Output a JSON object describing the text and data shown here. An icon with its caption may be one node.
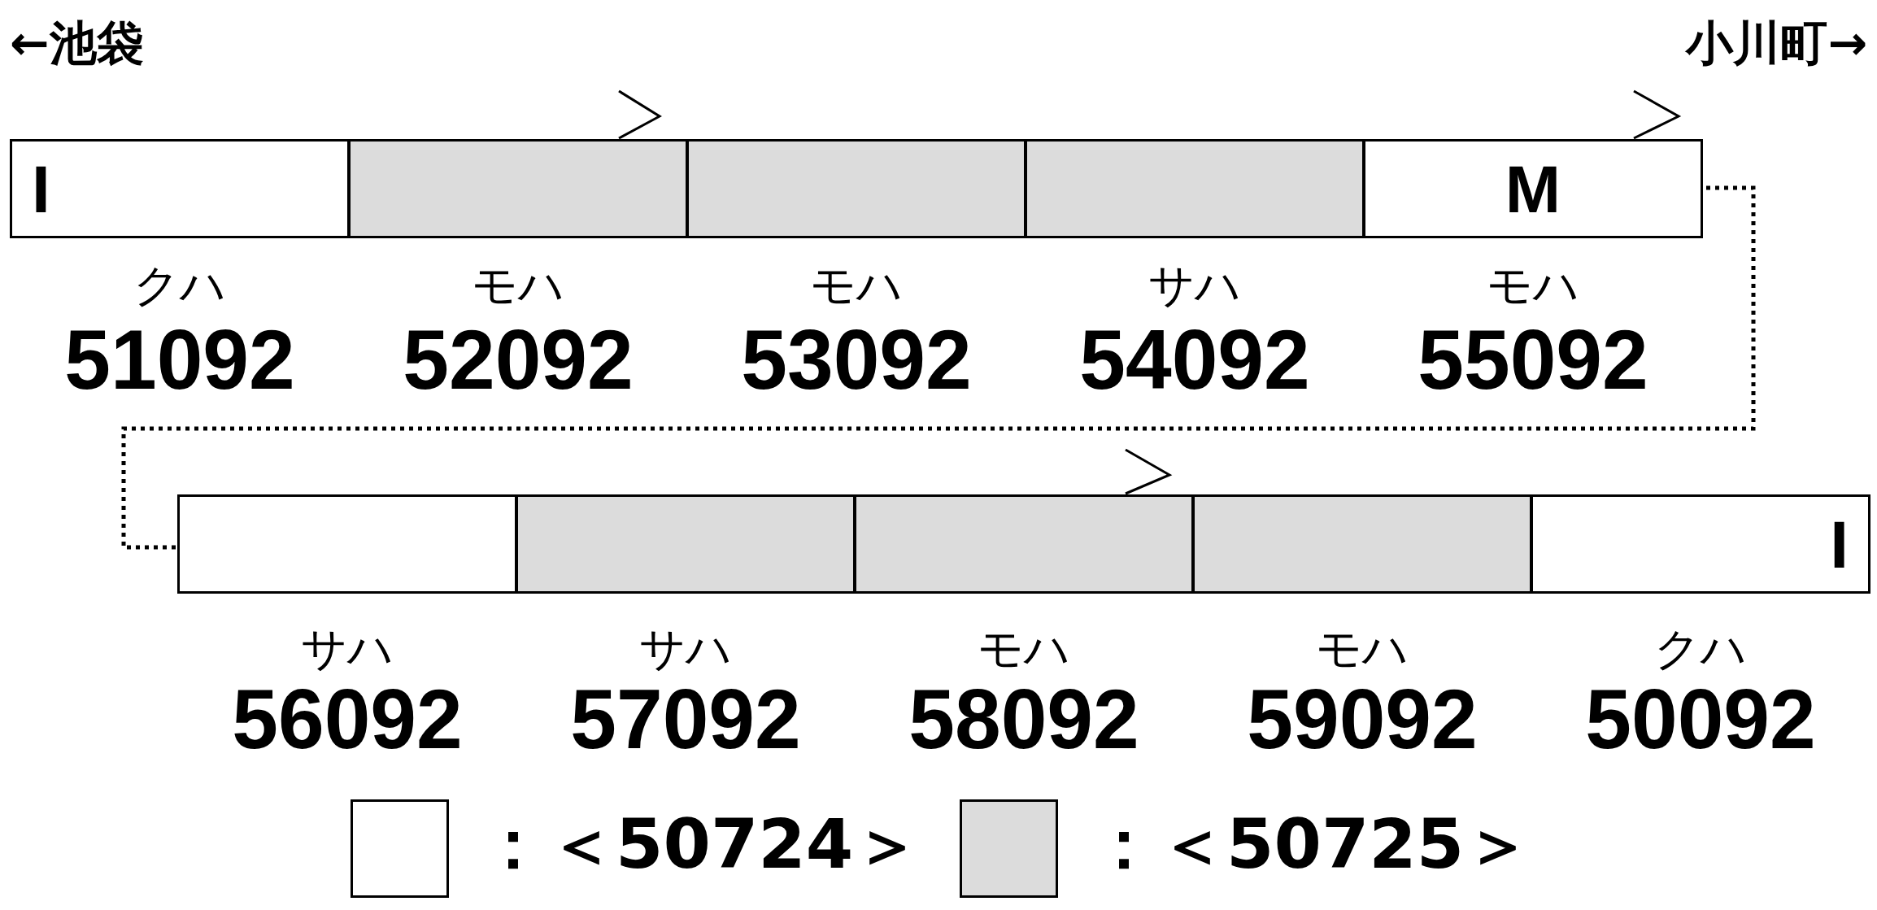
{
  "diagram": {
    "nodes": [
      {
        "text": [
          "I"
        ],
        "beside": [
          "クハ",
          "51092"
        ]
      },
      {
        "text": [],
        "shape": "box",
        "beside": [
          "モハ",
          "52092"
        ]
      },
      {
        "text": [],
        "shape": "box",
        "beside": [
          "モハ",
          "53092"
        ]
      },
      {
        "text": [],
        "shape": "box",
        "beside": [
          "サハ",
          "54092"
        ]
      },
      {
        "text": [
          "M"
        ],
        "beside": [
          "モハ",
          "55092"
        ]
      },
      {
        "text": [],
        "shape": "box",
        "beside": [
          "サハ",
          "56092"
        ]
      },
      {
        "text": [],
        "shape": "box",
        "beside": [
          "サハ",
          "57092"
        ]
      },
      {
        "text": [],
        "shape": "box",
        "beside": [
          "モハ",
          "58092"
        ]
      },
      {
        "text": [],
        "shape": "box",
        "beside": [
          "モハ",
          "59092"
        ]
      },
      {
        "text": [
          "I"
        ],
        "beside": [
          "クハ",
          "50092"
        ]
      }
    ],
    "edges": [
      {
        "from": 4,
        "to": 5,
        "arrow": "none",
        "style": "dashed"
      }
    ],
    "labels": [
      "←池袋",
      "小川町→"
    ],
    "legend": [
      {
        "text": "：＜50724＞",
        "color": "#ffffff"
      },
      {
        "text": "：＜50725＞",
        "color": "#dcdcdc"
      }
    ]
  }
}
